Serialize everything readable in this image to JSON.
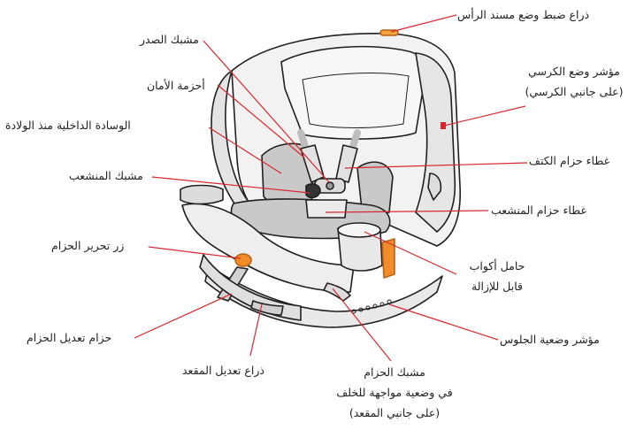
{
  "diagram": {
    "labels": {
      "headrest_lever": "ذراع ضبط وضع مسند الرأس",
      "chest_clip": "مشبك الصدر",
      "seat_indicator_1": "مؤشر وضع الكرسي",
      "seat_indicator_2": "(على جانبي الكرسي)",
      "harness": "أحزمة الأمان",
      "newborn_insert": "الوسادة الداخلية منذ الولادة",
      "shoulder_pad": "غطاء حزام الكتف",
      "crotch_buckle": "مشبك المنشعب",
      "crotch_pad": "غطاء حزام المنشعب",
      "release_button": "زر تحرير الحزام",
      "cupholder_1": "حامل أكواب",
      "cupholder_2": "قابل للإزالة",
      "adjust_strap": "حزام تعديل الحزام",
      "recline_indicator": "مؤشر وضعية الجلوس",
      "seat_lever": "ذراع تعديل المقعد",
      "belt_clip_1": "مشبك الحزام",
      "belt_clip_2": "في وضعية مواجهة للخلف",
      "belt_clip_3": "(على جانبي المقعد)"
    },
    "colors": {
      "line": "#d7282f",
      "outline": "#231f20",
      "shell": "#f2f2f2",
      "pad": "#c9c9c9",
      "accent": "#f28c28"
    }
  }
}
